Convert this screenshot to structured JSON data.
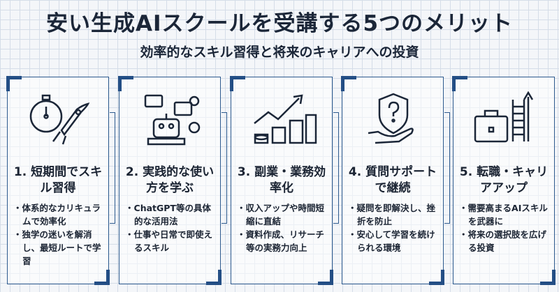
{
  "title": "安い生成AIスクールを受講する5つのメリット",
  "subtitle": "効率的なスキル習得と将来のキャリアへの投資",
  "cards": [
    {
      "icon": "stopwatch-rocket-icon",
      "title": "1. 短期間でスキル習得",
      "bullets": [
        "体系的なカリキュラムで効率化",
        "独学の迷いを解消し、最短ルートで学習"
      ]
    },
    {
      "icon": "robot-chat-icon",
      "title": "2. 実践的な使い方を学ぶ",
      "bullets": [
        "ChatGPT等の具体的な活用法",
        "仕事や日常で即使えるスキル"
      ]
    },
    {
      "icon": "coins-growth-icon",
      "title": "3. 副業・業務効率化",
      "bullets": [
        "収入アップや時間短縮に直結",
        "資料作成、リサーチ等の実務力向上"
      ]
    },
    {
      "icon": "shield-question-hand-icon",
      "title": "4. 質問サポートで継続",
      "bullets": [
        "疑問を即解決し、挫折を防止",
        "安心して学習を続けられる環境"
      ]
    },
    {
      "icon": "briefcase-ladder-icon",
      "title": "5. 転職・キャリアアップ",
      "bullets": [
        "需要高まるAIスキルを武器に",
        "将来の選択肢を広げる投資"
      ]
    }
  ]
}
